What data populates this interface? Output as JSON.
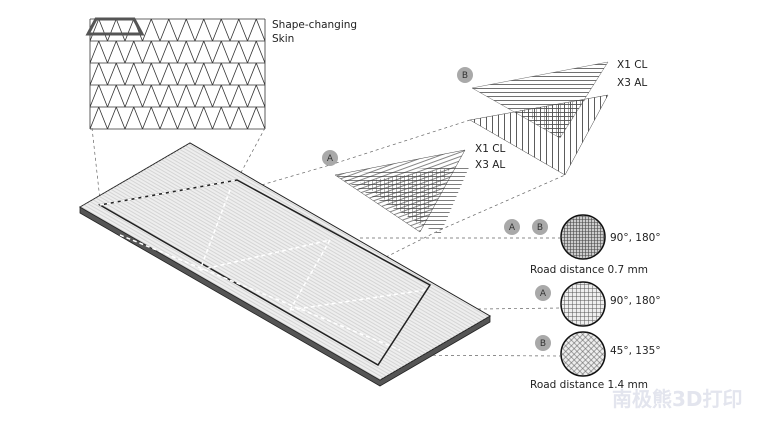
{
  "skin": {
    "label_line1": "Shape-changing",
    "label_line2": "Skin"
  },
  "group_a": {
    "badge": "A",
    "label1": "X1  CL",
    "label2": "X3  AL"
  },
  "group_b": {
    "badge": "B",
    "label1": "X1  CL",
    "label2": "X3  AL"
  },
  "samples": [
    {
      "badges": [
        "A",
        "B"
      ],
      "angles": "90°, 180°"
    },
    {
      "badges": [
        "A"
      ],
      "angles": "90°, 180°"
    },
    {
      "badges": [
        "B"
      ],
      "angles": "45°, 135°"
    }
  ],
  "road_distance_1": "Road distance 0.7 mm",
  "road_distance_2": "Road distance 1.4 mm",
  "watermark": "南极熊3D打印"
}
